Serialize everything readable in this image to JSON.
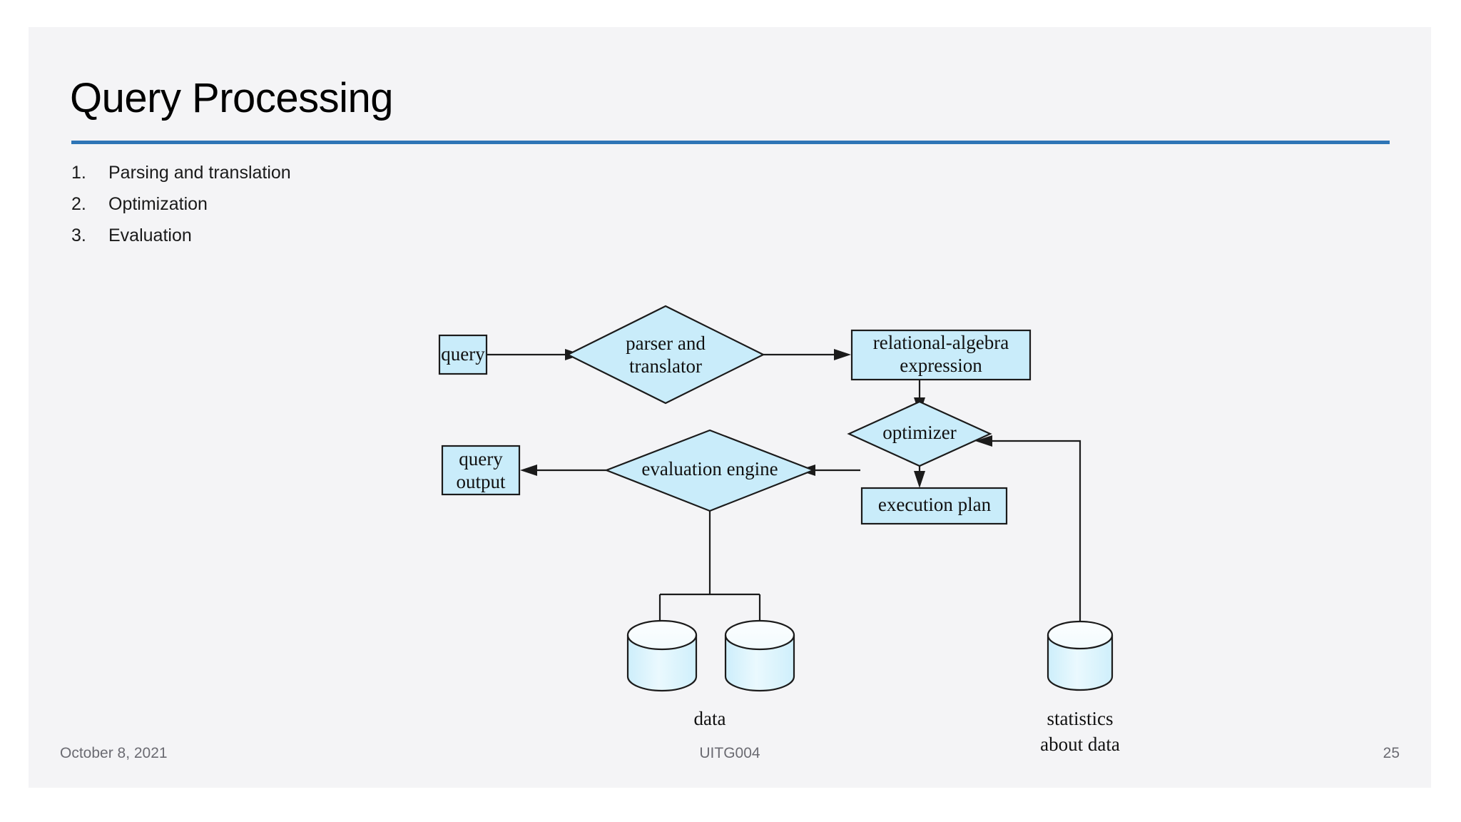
{
  "slide": {
    "title": "Query Processing",
    "accent_color": "#2e75b6",
    "background_color": "#f4f4f6"
  },
  "bullets": [
    {
      "number": "1.",
      "text": "Parsing and translation"
    },
    {
      "number": "2.",
      "text": "Optimization"
    },
    {
      "number": "3.",
      "text": "Evaluation"
    }
  ],
  "diagram": {
    "shape_fill": "#c9ecfa",
    "shape_stroke": "#1b1b1b",
    "nodes": {
      "query": "query",
      "parser_line1": "parser and",
      "parser_line2": "translator",
      "relalg_line1": "relational-algebra",
      "relalg_line2": "expression",
      "optimizer": "optimizer",
      "execution_plan": "execution plan",
      "evaluation_engine": "evaluation engine",
      "query_output_line1": "query",
      "query_output_line2": "output",
      "data_caption": "data",
      "statistics_line1": "statistics",
      "statistics_line2": "about data"
    }
  },
  "footer": {
    "date": "October 8, 2021",
    "course": "UITG004",
    "page": "25"
  }
}
